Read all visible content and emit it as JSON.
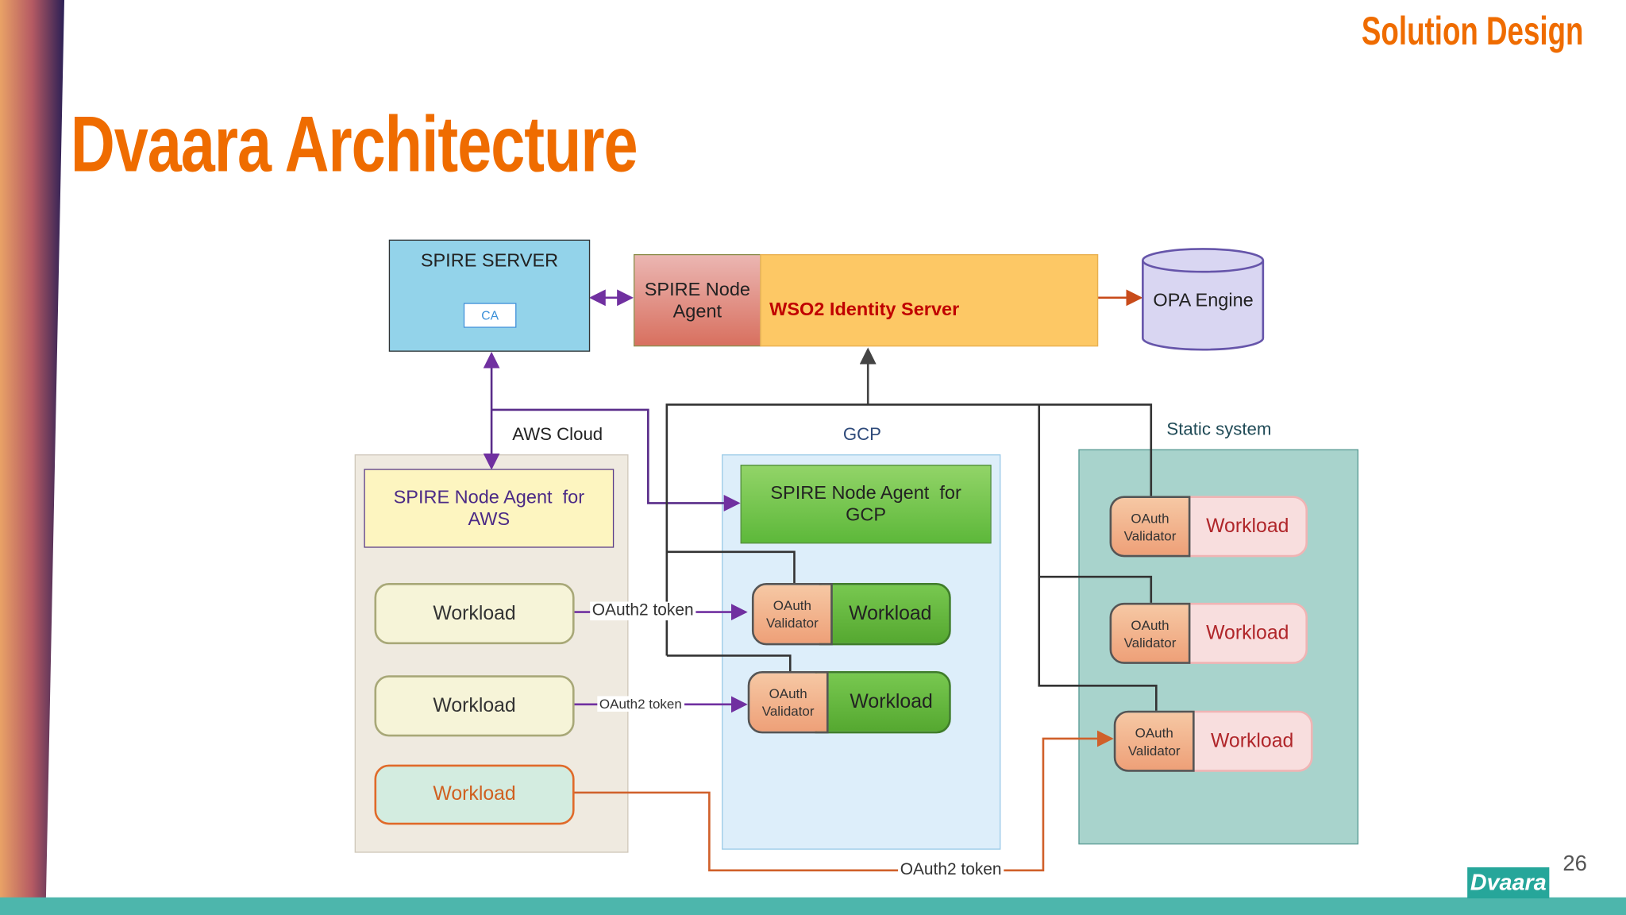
{
  "header": {
    "title": "Dvaara Architecture",
    "section": "Solution Design"
  },
  "colors": {
    "accent": "#ef6c00",
    "teal": "#4db6ac",
    "purple_arrow": "#7030a0",
    "orange_arrow": "#d0602a"
  },
  "diagram": {
    "spire_server": {
      "label": "SPIRE SERVER",
      "ca": "CA"
    },
    "spire_node_agent": "SPIRE Node Agent",
    "wso2": "WSO2 Identity Server",
    "opa": "OPA Engine",
    "aws": {
      "label": "AWS Cloud",
      "agent": "SPIRE Node Agent  for AWS",
      "workloads": [
        "Workload",
        "Workload",
        "Workload"
      ]
    },
    "gcp": {
      "label": "GCP",
      "agent": "SPIRE Node Agent  for GCP",
      "validator": "OAuth Validator",
      "workloads": [
        "Workload",
        "Workload"
      ]
    },
    "static": {
      "label": "Static system",
      "validator": "OAuth Validator",
      "workloads": [
        "Workload",
        "Workload",
        "Workload"
      ]
    },
    "tokens": [
      "OAuth2 token",
      "OAuth2 token",
      "OAuth2 token"
    ]
  },
  "footer": {
    "logo": "Dvaara",
    "page_number": "26"
  }
}
